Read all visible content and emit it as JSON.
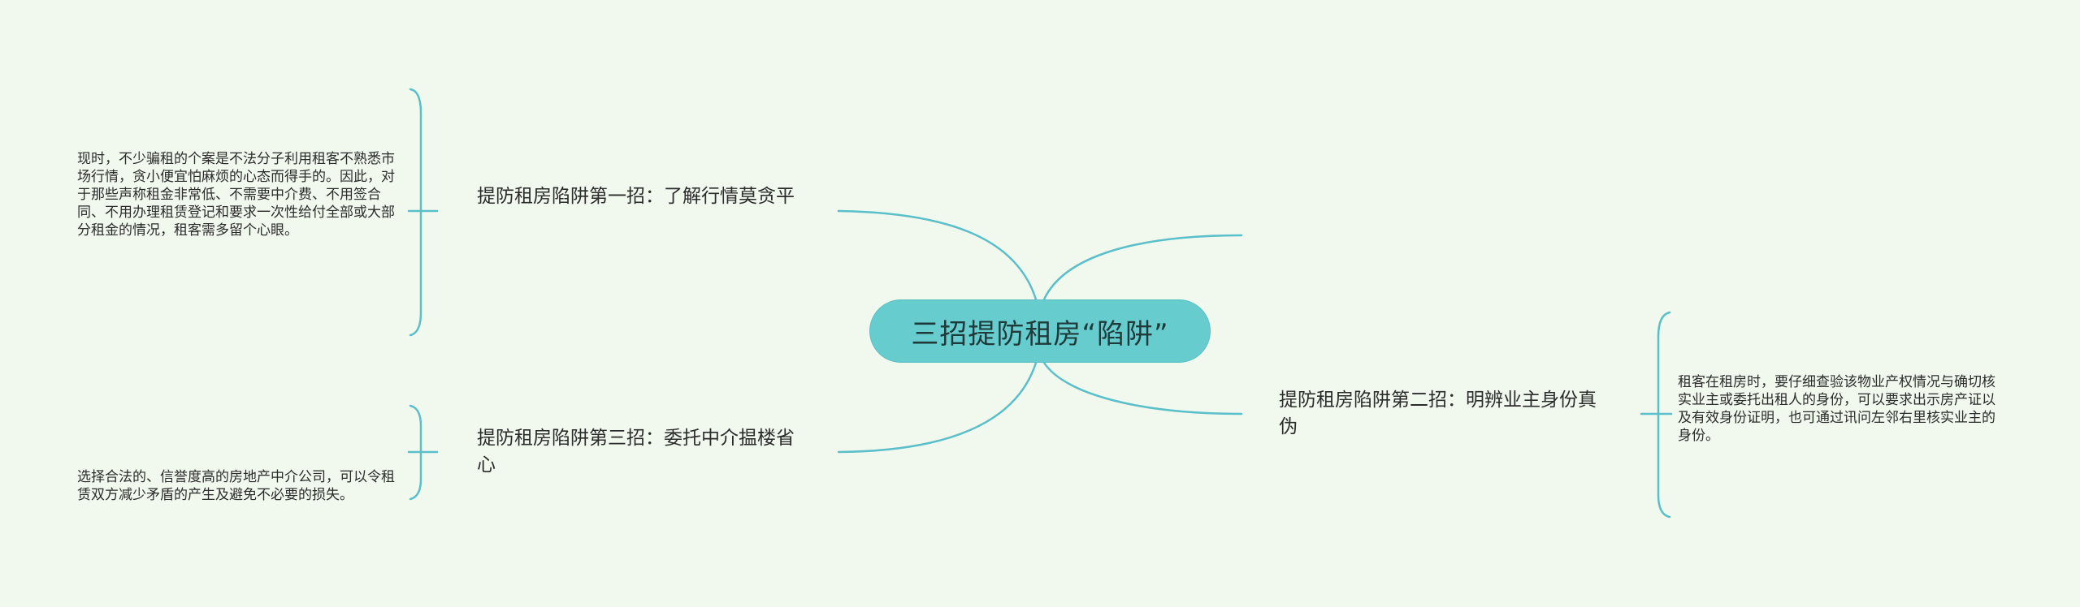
{
  "central_topic": "三招提防租房“陷阱”",
  "branches": [
    {
      "title": "提防租房陷阱第一招：了解行情莫贪平",
      "detail": "现时，不少骗租的个案是不法分子利用租客不熟悉市场行情，贪小便宜怕麻烦的心态而得手的。因此，对于那些声称租金非常低、不需要中介费、不用签合同、不用办理租赁登记和要求一次性给付全部或大部分租金的情况，租客需多留个心眼。"
    },
    {
      "title": "提防租房陷阱第三招：委托中介揾楼省心",
      "detail": "选择合法的、信誉度高的房地产中介公司，可以令租赁双方减少矛盾的产生及避免不必要的损失。"
    },
    {
      "title": "提防租房陷阱第二招：明辨业主身份真伪",
      "detail": "租客在租房时，要仔细查验该物业产权情况与确切核实业主或委托出租人的身份，可以要求出示房产证以及有效身份证明，也可通过讯问左邻右里核实业主的身份。"
    }
  ],
  "colors": {
    "background": "#f1f9ef",
    "central_fill": "#66ccce",
    "line": "#5bbfc9",
    "text": "#2b2b2b"
  }
}
